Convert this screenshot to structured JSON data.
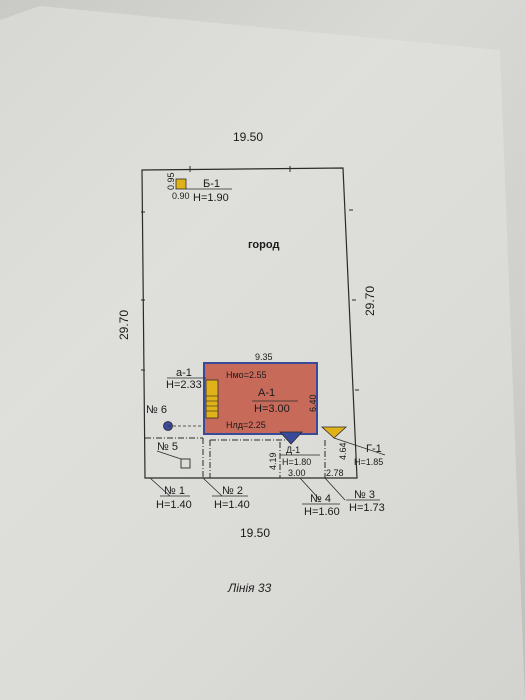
{
  "colors": {
    "paper": "#e2e2df",
    "line": "#2a2a2a",
    "building_fill": "#c86a5a",
    "building_border": "#3a4a9a",
    "marker_yellow": "#e0b21a"
  },
  "dimensions": {
    "top": "19.50",
    "bottom": "19.50",
    "left": "29.70",
    "right": "29.70",
    "b1_side": "0.95",
    "b1_side2": "0.90",
    "a_top": "9.35",
    "a_right": "6.40",
    "d_left": "4.19",
    "d_bottom": "3.00",
    "g_left": "4.64",
    "g_bottom": "2.78"
  },
  "labels": {
    "garden": "город",
    "b1_code": "Б-1",
    "b1_height": "H=1.90",
    "a1_code": "А-1",
    "a1_hmo": "Нмо=2.55",
    "a1_height": "H=3.00",
    "a1_hld": "Нлд=2.25",
    "a_small_code": "а-1",
    "a_small_height": "H=2.33",
    "d1_code": "Д-1",
    "d1_height": "H=1.80",
    "g1_code": "Г-1",
    "g1_height": "H=1.85",
    "n1": "№ 1",
    "n1_height": "H=1.40",
    "n2": "№ 2",
    "n2_height": "H=1.40",
    "n3": "№ 3",
    "n3_height": "H=1.73",
    "n4": "№ 4",
    "n4_height": "H=1.60",
    "n5": "№ 5",
    "n6": "№ 6"
  },
  "caption": "Лінія 33"
}
